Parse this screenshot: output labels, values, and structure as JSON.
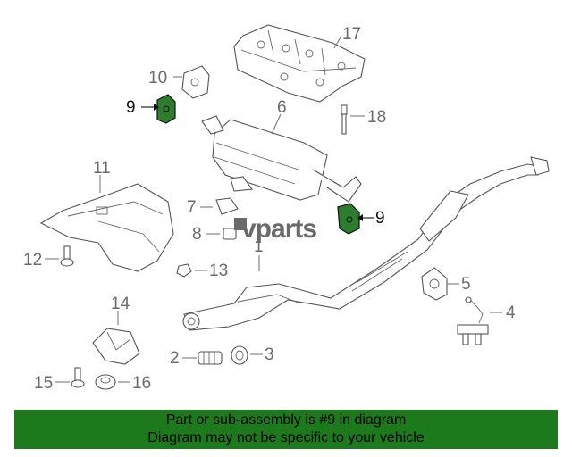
{
  "callouts": {
    "c1": "1",
    "c2": "2",
    "c3": "3",
    "c4": "4",
    "c5": "5",
    "c6": "6",
    "c7": "7",
    "c8": "8",
    "c9a": "9",
    "c9b": "9",
    "c10": "10",
    "c11": "11",
    "c12": "12",
    "c13": "13",
    "c14": "14",
    "c15": "15",
    "c16": "16",
    "c17": "17",
    "c18": "18"
  },
  "highlight": {
    "part_number": "9",
    "color": "#2e7d2e"
  },
  "watermark": {
    "text": "vparts"
  },
  "banner": {
    "line1": "Part or sub-assembly is #9 in diagram",
    "line2": "Diagram may not be specific to your vehicle",
    "color": "#1c7a1c"
  }
}
